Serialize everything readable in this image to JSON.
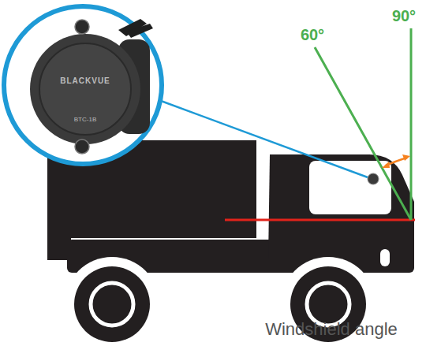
{
  "diagram": {
    "caption": "Windshield angle",
    "labels": [
      "BLACKVUE",
      "BTC-1B",
      "60°",
      "90°"
    ]
  }
}
